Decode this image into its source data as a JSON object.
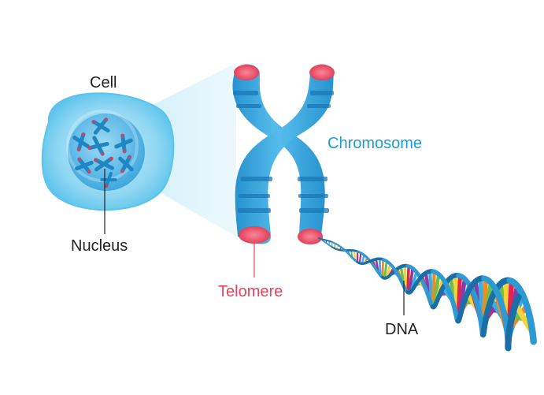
{
  "labels": {
    "cell": "Cell",
    "nucleus": "Nucleus",
    "chromosome": "Chromosome",
    "telomere": "Telomere",
    "dna": "DNA"
  },
  "colors": {
    "cell_outer": "#5bc4ec",
    "cell_inner": "#a9e0f5",
    "nucleus": "#4fb0e3",
    "chromosome": "#2ea3dc",
    "chromosome_band": "#1a78b5",
    "telomere": "#e63a54",
    "zoom_cone": "#bfe8f8",
    "chromosome_label": "#1c9cd1",
    "telomere_label": "#e84358",
    "text": "#222222",
    "dna_backbone": "#2d9ad3",
    "base_pairs": [
      "#f4d23a",
      "#e5234d",
      "#8b3aa8",
      "#3aaee3",
      "#f08a24",
      "#6cc04a"
    ]
  }
}
